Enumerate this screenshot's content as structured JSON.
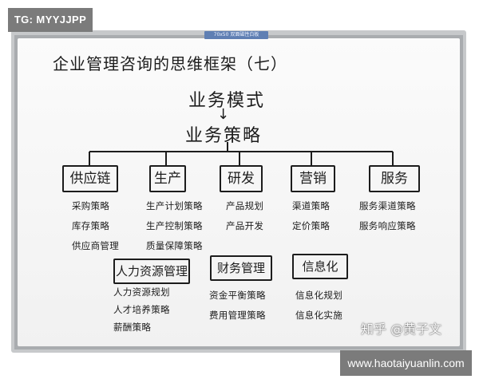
{
  "watermark": {
    "top_left": "TG: MYYJJPP",
    "bottom_right_url": "www.haotaiyuanlin.com",
    "zhihu": "知乎 @黄子文"
  },
  "board": {
    "brand_label": "70x50 双面磁性白板",
    "title": "企业管理咨询的思维框架（七）",
    "model": "业务模式",
    "arrow": "↓",
    "strategy": "业务策略",
    "departments": [
      {
        "name": "供应链",
        "items": [
          "采购策略",
          "库存策略",
          "供应商管理"
        ]
      },
      {
        "name": "生产",
        "items": [
          "生产计划策略",
          "生产控制策略",
          "质量保障策略"
        ]
      },
      {
        "name": "研发",
        "items": [
          "产品规划",
          "产品开发"
        ]
      },
      {
        "name": "营销",
        "items": [
          "渠道策略",
          "定价策略"
        ]
      },
      {
        "name": "服务",
        "items": [
          "服务渠道策略",
          "服务响应策略"
        ]
      },
      {
        "name": "人力资源管理",
        "items": [
          "人力资源规划",
          "人才培养策略",
          "薪酬策略"
        ]
      },
      {
        "name": "财务管理",
        "items": [
          "资金平衡策略",
          "费用管理策略"
        ]
      },
      {
        "name": "信息化",
        "items": [
          "信息化规划",
          "信息化实施"
        ]
      }
    ]
  },
  "colors": {
    "board": "#f7f7f7",
    "frame": "#c7c9cb",
    "marker": "#1c1c1c",
    "badge": "#7b7b7b",
    "brand_label": "#5f7fb3"
  }
}
